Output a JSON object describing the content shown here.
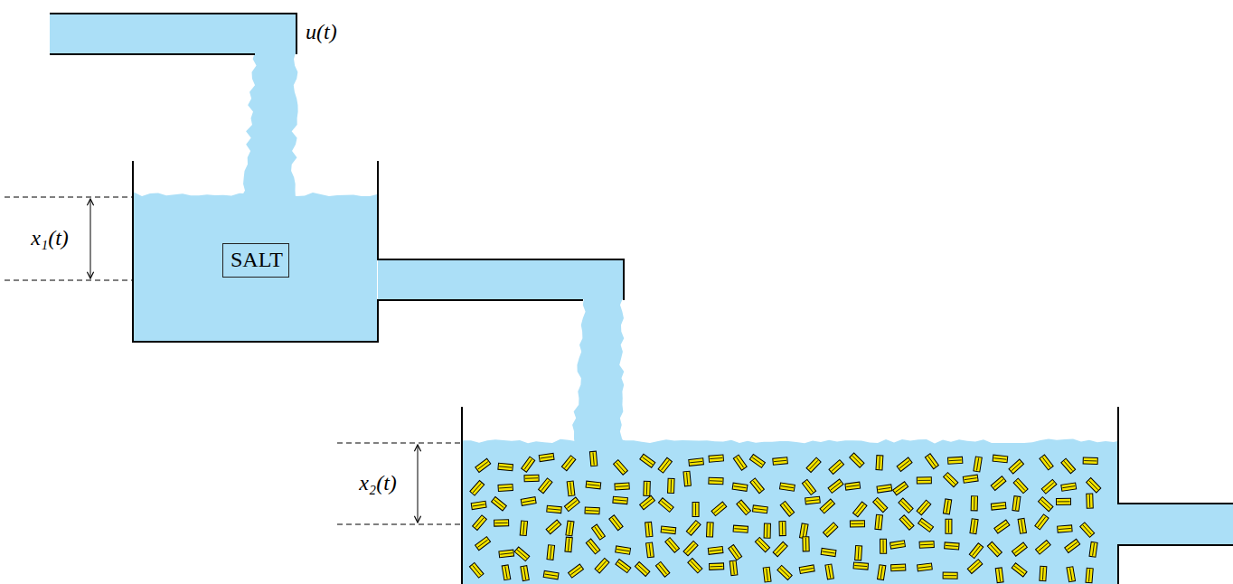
{
  "diagram": {
    "nodes": [
      {
        "text": [
          "SALT"
        ]
      }
    ],
    "labels": [
      "u(t)",
      "x₁(t)",
      "x₂(t)"
    ]
  }
}
